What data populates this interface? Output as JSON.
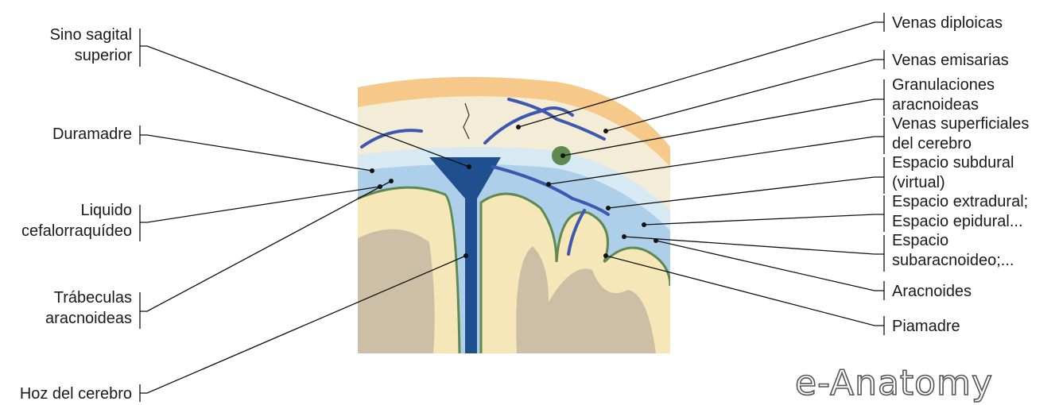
{
  "labels_left": [
    {
      "id": "sino-sagital",
      "lines": [
        "Sino sagital",
        "superior"
      ]
    },
    {
      "id": "duramadre",
      "lines": [
        "Duramadre"
      ]
    },
    {
      "id": "liquido",
      "lines": [
        "Liquido",
        "cefalorraquídeo"
      ]
    },
    {
      "id": "trabeculas",
      "lines": [
        "Trábeculas",
        "aracnoideas"
      ]
    },
    {
      "id": "hoz",
      "lines": [
        "Hoz del cerebro"
      ]
    }
  ],
  "labels_right": [
    {
      "id": "venas-diploicas",
      "lines": [
        "Venas diploicas"
      ]
    },
    {
      "id": "venas-emisarias",
      "lines": [
        "Venas emisarias"
      ]
    },
    {
      "id": "granulaciones",
      "lines": [
        "Granulaciones",
        "aracnoideas"
      ]
    },
    {
      "id": "venas-superficiales",
      "lines": [
        "Venas superficiales",
        "del cerebro"
      ]
    },
    {
      "id": "espacio-subdural",
      "lines": [
        "Espacio subdural",
        "(virtual)"
      ]
    },
    {
      "id": "espacio-extradural",
      "lines": [
        "Espacio extradural;",
        "Espacio epidural..."
      ]
    },
    {
      "id": "espacio-subaracnoideo",
      "lines": [
        "Espacio",
        "subaracnoideo;..."
      ]
    },
    {
      "id": "aracnoides",
      "lines": [
        "Aracnoides"
      ]
    },
    {
      "id": "piamadre",
      "lines": [
        "Piamadre"
      ]
    }
  ],
  "brand": "e-Anatomy",
  "colors": {
    "scalp": "#f6c98a",
    "bone": "#f3ecd6",
    "dura": "#d7e9f2",
    "csf": "#aecfea",
    "sinus": "#1f4f8f",
    "vein": "#3d58b0",
    "pia": "#5e8a4f",
    "brain": "#f5e7b8",
    "white_matter": "#cdbfa6"
  }
}
